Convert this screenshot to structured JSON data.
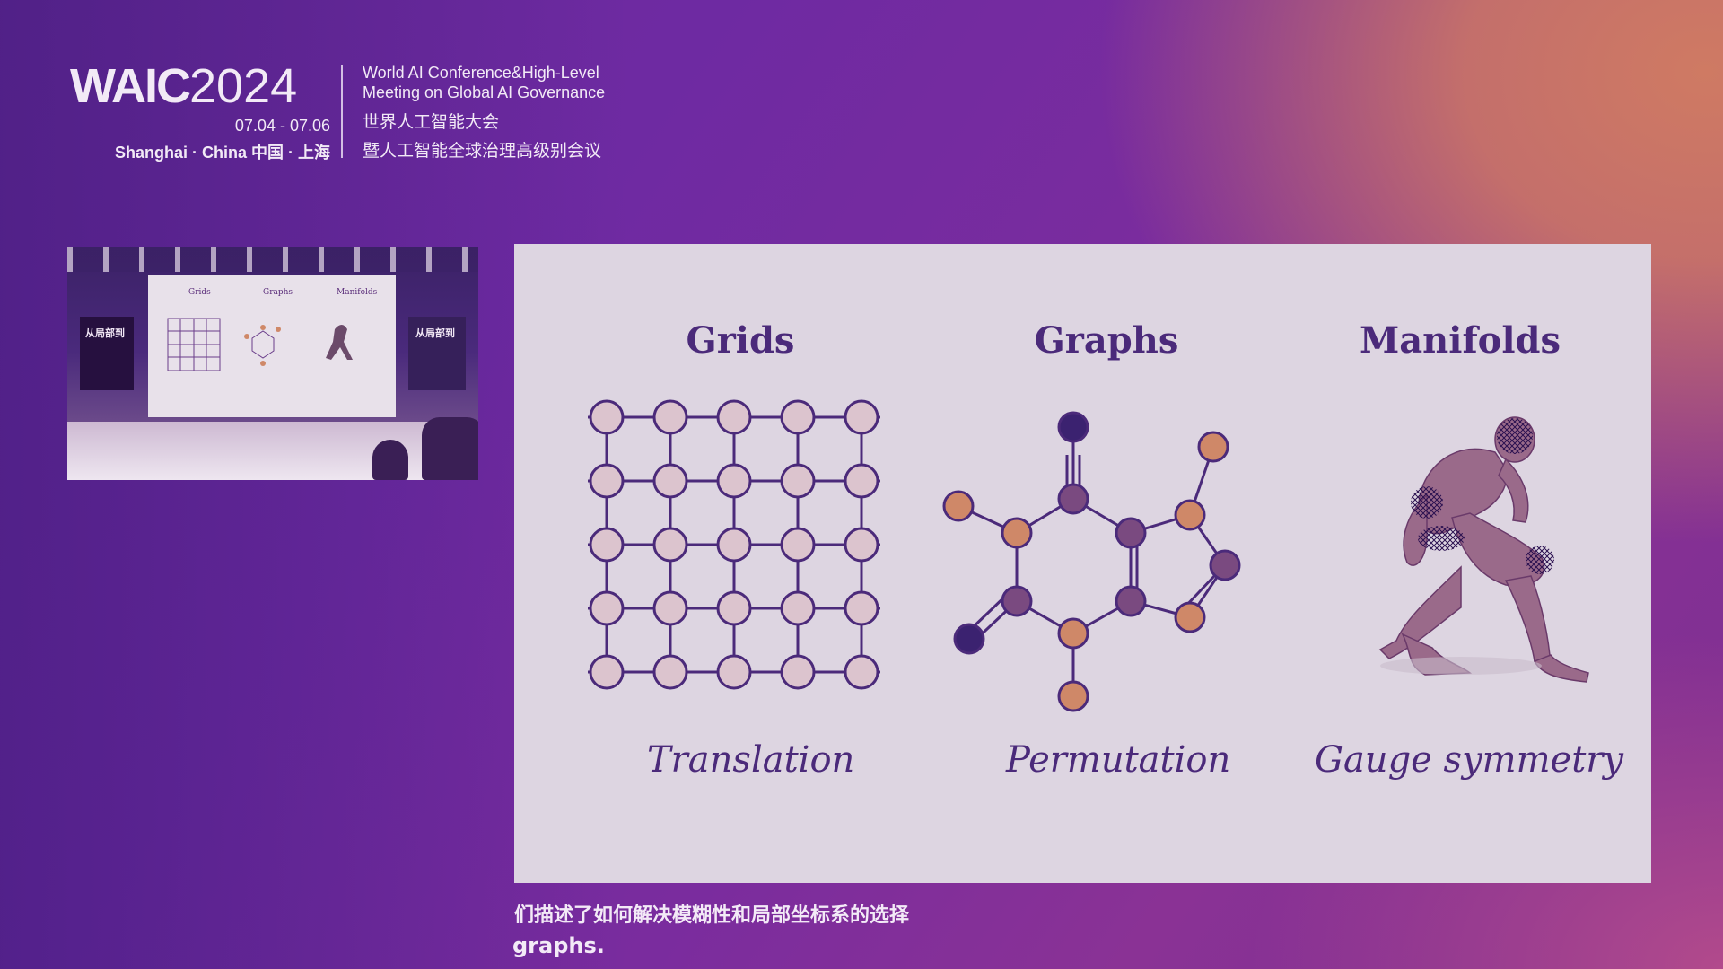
{
  "header": {
    "logo": {
      "brand": "WAIC",
      "year": "2024",
      "dates": "07.04 - 07.06",
      "city": "Shanghai · China  中国 · 上海"
    },
    "title_en_line1": "World AI Conference&High-Level",
    "title_en_line2": "Meeting on Global AI Governance",
    "title_cn_line1": "世界人工智能大会",
    "title_cn_line2": "暨人工智能全球治理高级别会议"
  },
  "camera": {
    "screen_titles": [
      "Grids",
      "Graphs",
      "Manifolds"
    ],
    "signs": [
      "从局部到",
      "从局部到"
    ]
  },
  "slide": {
    "columns": [
      {
        "title": "Grids",
        "subtitle": "Translation",
        "icon": "grid-graph-icon"
      },
      {
        "title": "Graphs",
        "subtitle": "Permutation",
        "icon": "molecule-graph-icon"
      },
      {
        "title": "Manifolds",
        "subtitle": "Gauge symmetry",
        "icon": "kneeling-figure-mesh-icon"
      }
    ]
  },
  "subtitles": {
    "cn": "们描述了如何解决模糊性和局部坐标系的选择",
    "en": "graphs."
  },
  "colors": {
    "slide_bg": "#ddd5e1",
    "text_purple": "#4b2a7a",
    "node_light": "#dcc4ce",
    "node_orange": "#cf8868",
    "node_dark": "#3b2270",
    "node_mid": "#7a4a80"
  }
}
